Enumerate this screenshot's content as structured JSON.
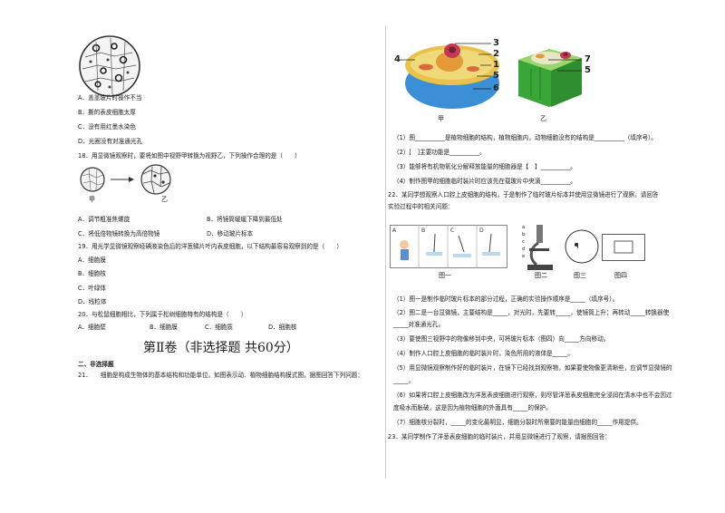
{
  "left": {
    "q17_options": [
      "A．盖盖玻片时操作不当",
      "B．撕的表皮细胞太厚",
      "C．没有用红墨水染色",
      "D．光圈没有对准通光孔"
    ],
    "q18_stem": "18．用显微镜观察时，要将如图中视野甲转换为视野乙，下列操作合理的是（　　）",
    "q18_fig_labels": [
      "甲",
      "乙"
    ],
    "q18_options": [
      "A．调节粗准焦螺旋",
      "B．将镜筒缓缓下降到最低处",
      "C．将低倍物镜转换为高倍物镜",
      "D．移动玻片标本"
    ],
    "q19_stem": "19．用光学显微镜观察经碘液染色后的洋葱鳞片叶内表皮细胞，以下结构最容易观察到的是（　　）",
    "q19_options": [
      "A．细胞膜",
      "B．细胞核",
      "C．叶绿体",
      "D．线粒体"
    ],
    "q20_stem": "20．与松鼠细胞相比，下列属于松树细胞特有的结构是（　　）",
    "q20_options": [
      "A．细胞壁",
      "B．细胞膜",
      "C．细胞质",
      "D．细胞核"
    ],
    "section_title": "第Ⅱ卷（非选择题  共60分）",
    "section_heading": "二、非选择题",
    "q21_stem": "21．　　细胞是构成生物体的基本结构和功能单位。如图表示动、植物细胞结构模式图，据图回答下列问题："
  },
  "right": {
    "cell_labels": [
      "1",
      "2",
      "3",
      "4",
      "5",
      "6",
      "7"
    ],
    "cell_captions": [
      "甲",
      "乙"
    ],
    "q21_lines": [
      "（1）图__________是植物细胞的结构，植物细胞内，动物细胞没有的结构是__________（填序号）。",
      "（2）[　]主要功能是__________。",
      "（3）能够将有机物氧化分解释放能量的细胞器是【　】__________。",
      "（4）制作图甲的细胞临时装片时应该先在载玻片中央滴__________。"
    ],
    "q22_stem": [
      "22．某同学想观察人口腔上皮细胞的结构，于是制作了临时玻片标本并使用显微镜进行了观察。请回答",
      "实验过程中的相关问题："
    ],
    "q22_fig_labels": [
      "图一",
      "图二",
      "图三",
      "图四"
    ],
    "q22_lines": [
      "（1）图一是制作临时玻片标本的部分过程，正确的实验操作顺序是_____（填序号）。",
      "（2）图二是一台显微镜，主要结构是_____，对光时，先要转_____，使镜筒上升；再转动_____转换器使",
      "_____对准通光孔。",
      "（3）要使图三视野中的物像移到中央，可将玻片标本（图四）向_____方向移动。",
      "（4）制作人口腔上皮细胞的临时装片时，染色所用的液体是_____。",
      "（5）用显微镜观察制作好的临时装片，在镜下已经找到观察物，如果要使物像更清晰些，应调节显微镜的",
      "_____。",
      "（6）如果将口腔上皮细胞改为洋葱表皮细胞进行观察，则尽管洋葱表皮细胞完全浸润在清水中也不会因过",
      "度吸水而胀破，这是因为植物细胞的外面具有_____的保护。",
      "（7）细胞核分裂时，_____的变化最明显，细胞分裂时所需要的能量由细胞的_____作用提供。"
    ],
    "q23_stem": "23．某同学制作了洋葱表皮细胞的临时装片，并用显微镜进行了观察，请据图回答："
  },
  "diagram_labels": [
    "a",
    "b",
    "c",
    "d",
    "e"
  ]
}
